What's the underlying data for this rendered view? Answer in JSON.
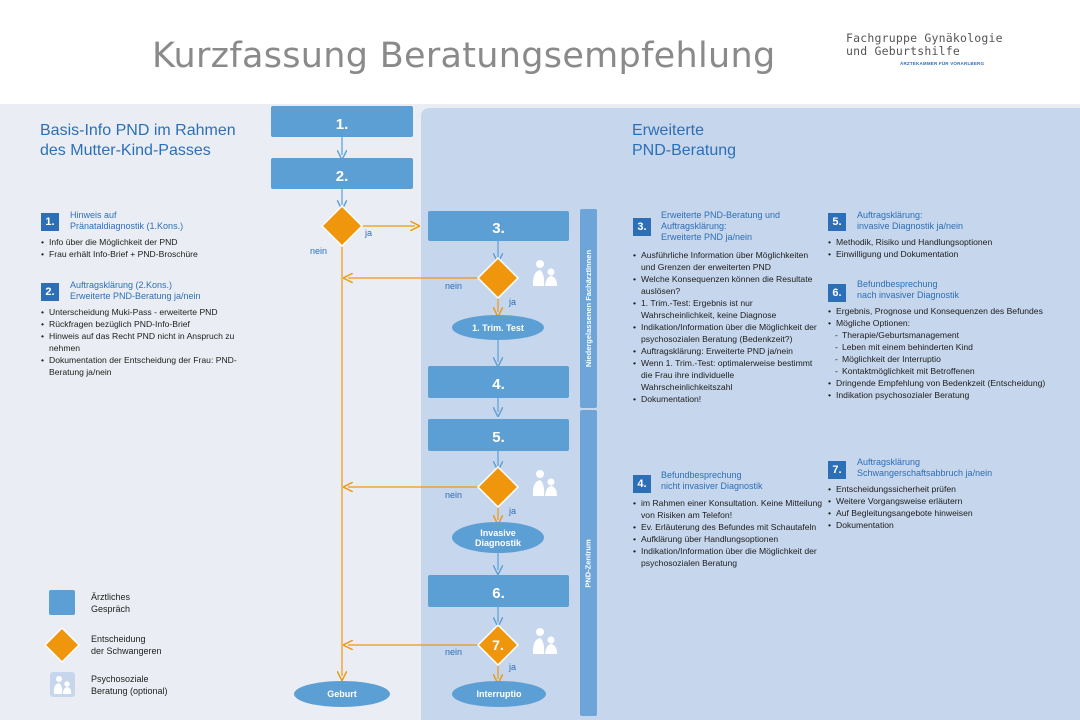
{
  "header": {
    "title": "Kurzfassung Beratungsempfehlung",
    "org_line1": "Fachgruppe Gynäkologie",
    "org_line2": "und Geburtshilfe",
    "org_sub": "ÄRZTEKAMMER FÜR VORARLBERG"
  },
  "left_section": {
    "title_line1": "Basis-Info PND im Rahmen",
    "title_line2": "des Mutter-Kind-Passes",
    "block1": {
      "number": "1.",
      "heading_line1": "Hinweis auf",
      "heading_line2": "Pränataldiagnostik (1.Kons.)",
      "items": [
        "Info über die Möglichkeit der PND",
        "Frau erhält Info-Brief + PND-Broschüre"
      ]
    },
    "block2": {
      "number": "2.",
      "heading_line1": "Auftragsklärung (2.Kons.)",
      "heading_line2": "Erweiterte PND-Beratung ja/nein",
      "items": [
        "Unterscheidung Muki-Pass - erweiterte PND",
        "Rückfragen bezüglich PND-Info-Brief",
        "Hinweis auf das Recht PND nicht in Anspruch zu nehmen",
        "Dokumentation der Entscheidung der Frau: PND-Beratung ja/nein"
      ]
    }
  },
  "right_section": {
    "title_line1": "Erweiterte",
    "title_line2": "PND-Beratung"
  },
  "flow": {
    "box1": "1.",
    "box2": "2.",
    "box3": "3.",
    "box4": "4.",
    "box5": "5.",
    "box6": "6.",
    "step7": "7.",
    "ja": "ja",
    "nein": "nein",
    "trim_test": "1. Trim. Test",
    "invasive_line1": "Invasive",
    "invasive_line2": "Diagnostik",
    "geburt": "Geburt",
    "interruptio": "Interruptio",
    "bar_top": "Niedergelassenen FachärztInnen",
    "bar_bottom": "PND-Zentrum"
  },
  "col_mid": {
    "block3": {
      "number": "3.",
      "heading_line1": "Erweiterte PND-Beratung und",
      "heading_line2": "Auftragsklärung:",
      "heading_line3": "Erweiterte PND ja/nein",
      "items": [
        "Ausführliche Information über Möglichkeiten und Grenzen der erweiterten PND",
        "Welche Konsequenzen können die Resultate auslösen?",
        "1. Trim.-Test: Ergebnis ist nur Wahrscheinlichkeit, keine Diagnose",
        "Indikation/Information über die Möglichkeit der psychosozialen Beratung (Bedenkzeit?)",
        "Auftragsklärung: Erweiterte PND ja/nein",
        "Wenn 1. Trim.-Test: optimalerweise bestimmt die Frau ihre individuelle Wahrscheinlichkeitszahl",
        "Dokumentation!"
      ]
    },
    "block4": {
      "number": "4.",
      "heading_line1": "Befundbesprechung",
      "heading_line2": "nicht invasiver Diagnostik",
      "items": [
        "im Rahmen einer Konsultation. Keine Mitteilung von Risiken am Telefon!",
        "Ev. Erläuterung des Befundes mit Schautafeln",
        "Aufklärung über Handlungsoptionen",
        "Indikation/Information über die Möglichkeit der psychosozialen Beratung"
      ]
    }
  },
  "col_right": {
    "block5": {
      "number": "5.",
      "heading_line1": "Auftragsklärung:",
      "heading_line2": "invasive Diagnostik ja/nein",
      "items": [
        "Methodik, Risiko und Handlungsoptionen",
        "Einwilligung und Dokumentation"
      ]
    },
    "block6": {
      "number": "6.",
      "heading_line1": "Befundbesprechung",
      "heading_line2": "nach invasiver Diagnostik",
      "items": [
        "Ergebnis, Prognose und Konsequenzen des Befundes",
        "Mögliche Optionen:"
      ],
      "subitems": [
        "Therapie/Geburtsmanagement",
        "Leben mit einem behinderten Kind",
        "Möglichkeit der Interruptio",
        "Kontaktmöglichkeit mit Betroffenen"
      ],
      "items_after": [
        "Dringende Empfehlung von Bedenkzeit (Entscheidung)",
        "Indikation psychosozialer Beratung"
      ]
    },
    "block7": {
      "number": "7.",
      "heading_line1": "Auftragsklärung",
      "heading_line2": "Schwangerschaftsabbruch ja/nein",
      "items": [
        "Entscheidungssicherheit prüfen",
        "Weitere Vorgangsweise erläutern",
        "Auf Begleitungsangebote hinweisen",
        "Dokumentation"
      ]
    }
  },
  "legend": {
    "item1_line1": "Ärztliches",
    "item1_line2": "Gespräch",
    "item2_line1": "Entscheidung",
    "item2_line2": "der Schwangeren",
    "item3_line1": "Psychosoziale",
    "item3_line2": "Beratung (optional)"
  },
  "colors": {
    "box_blue": "#5c9fd4",
    "heading_blue": "#2d6fb7",
    "decision_orange": "#f0960c",
    "right_panel": "#c6d6ec",
    "left_panel": "#eaeef4"
  }
}
